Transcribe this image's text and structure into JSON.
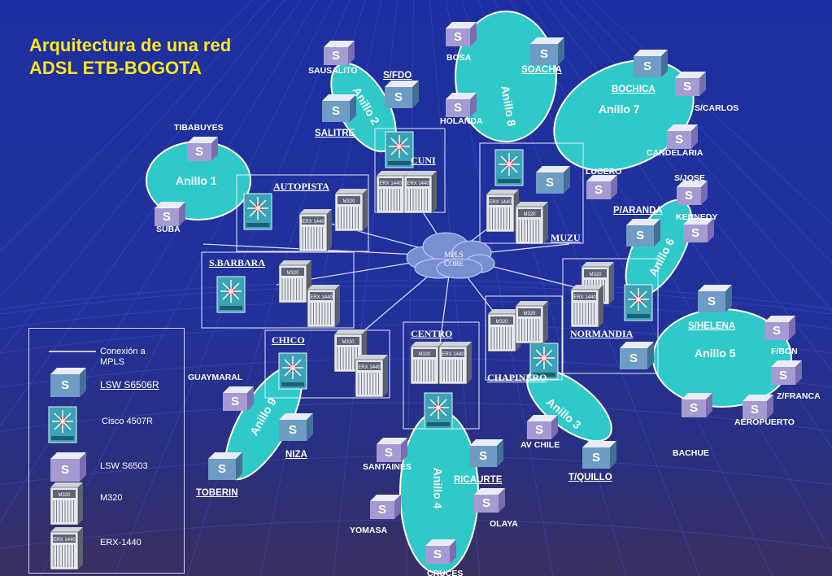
{
  "title": {
    "line1": "Arquitectura de una red",
    "line2": "ADSL ETB-BOGOTA"
  },
  "colors": {
    "bg": "#22309a",
    "ring": "#2fc9c9",
    "yellow": "#ffe71a",
    "s6506r": "#6e9cc4",
    "s6503": "#a69ad2"
  },
  "mpls": {
    "line1": "MPLS",
    "line2": "CORE"
  },
  "rings": [
    {
      "id": "r1",
      "label": "Anillo 1"
    },
    {
      "id": "r2",
      "label": "Anillo 2"
    },
    {
      "id": "r3",
      "label": "Anillo 3"
    },
    {
      "id": "r4",
      "label": "Anillo 4"
    },
    {
      "id": "r5",
      "label": "Anillo 5"
    },
    {
      "id": "r6",
      "label": "Anillo 6"
    },
    {
      "id": "r7",
      "label": "Anillo 7"
    },
    {
      "id": "r8",
      "label": "Anillo 8"
    },
    {
      "id": "r9",
      "label": "Anillo 9"
    }
  ],
  "sites": [
    "AUTOPISTA",
    "CUNI",
    "MUZU",
    "S.BARBARA",
    "CHICO",
    "CENTRO",
    "CHAPINERO",
    "NORMANDIA"
  ],
  "nodes": {
    "tibabuyes": "TIBABUYES",
    "suba": "SUBA",
    "sausalito": "SAUSALITO",
    "sfdo": "S/FDO",
    "salitre": "SALITRE",
    "bosa": "BOSA",
    "soacha": "SOACHA",
    "holanda": "HOLANDA",
    "bochica": "BOCHICA",
    "scarlos": "S/CARLOS",
    "candelaria": "CANDELARIA",
    "lucero": "LUCERO",
    "sjose": "S/JOSE",
    "paranda": "P/ARANDA",
    "kennedy": "KENNEDY",
    "shelena": "S/HELENA",
    "fbon": "F/BON",
    "zfranca": "Z/FRANCA",
    "aeropuerto": "AEROPUERTO",
    "bachue": "BACHUE",
    "avchile": "AV CHILE",
    "tquillo": "T/QUILLO",
    "santaines": "SANTAINES",
    "ricaurte": "RICAURTE",
    "olaya": "OLAYA",
    "yomasa": "YOMASA",
    "cruces": "CRUCES",
    "guaymaral": "GUAYMARAL",
    "niza": "NIZA",
    "toberin": "TOBERIN"
  },
  "device_labels": {
    "m320": "M320",
    "erx": "ERX 1440",
    "s": "S"
  },
  "legend": {
    "mpls_conn": [
      "Conexión a",
      "MPLS"
    ],
    "s6506r": "LSW S6506R",
    "cisco": "Cisco 4507R",
    "s6503": "LSW S6503",
    "m320": "M320",
    "erx": "ERX-1440"
  }
}
